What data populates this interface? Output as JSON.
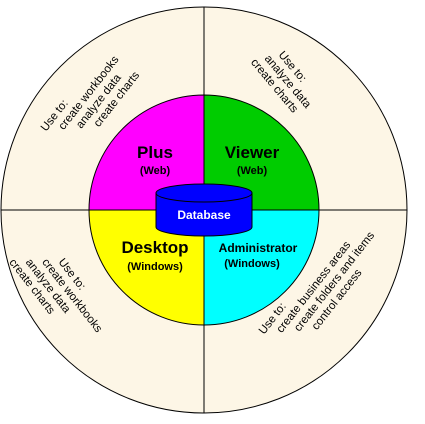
{
  "colors": {
    "outer_ring": "#fdf6e6",
    "plus": "#ff00ff",
    "viewer": "#00cc00",
    "desktop": "#ffff00",
    "administrator": "#00ffff",
    "database": "#0000ff",
    "outline": "#000000"
  },
  "center": {
    "label": "Database"
  },
  "quadrants": {
    "plus": {
      "title": "Plus",
      "subtitle": "(Web)"
    },
    "viewer": {
      "title": "Viewer",
      "subtitle": "(Web)"
    },
    "desktop": {
      "title": "Desktop",
      "subtitle": "(Windows)"
    },
    "administrator": {
      "title": "Administrator",
      "subtitle": "(Windows)"
    }
  },
  "ring_text": {
    "top_left": [
      "Use to:",
      "create workbooks",
      "analyze data",
      "create charts"
    ],
    "top_right": [
      "Use to:",
      "analyze data",
      "create charts"
    ],
    "bottom_left": [
      "Use to:",
      "create workbooks",
      "analyze data",
      "create charts"
    ],
    "bottom_right": [
      "Use to:",
      "create business areas",
      "create folders and items",
      "control access"
    ]
  }
}
